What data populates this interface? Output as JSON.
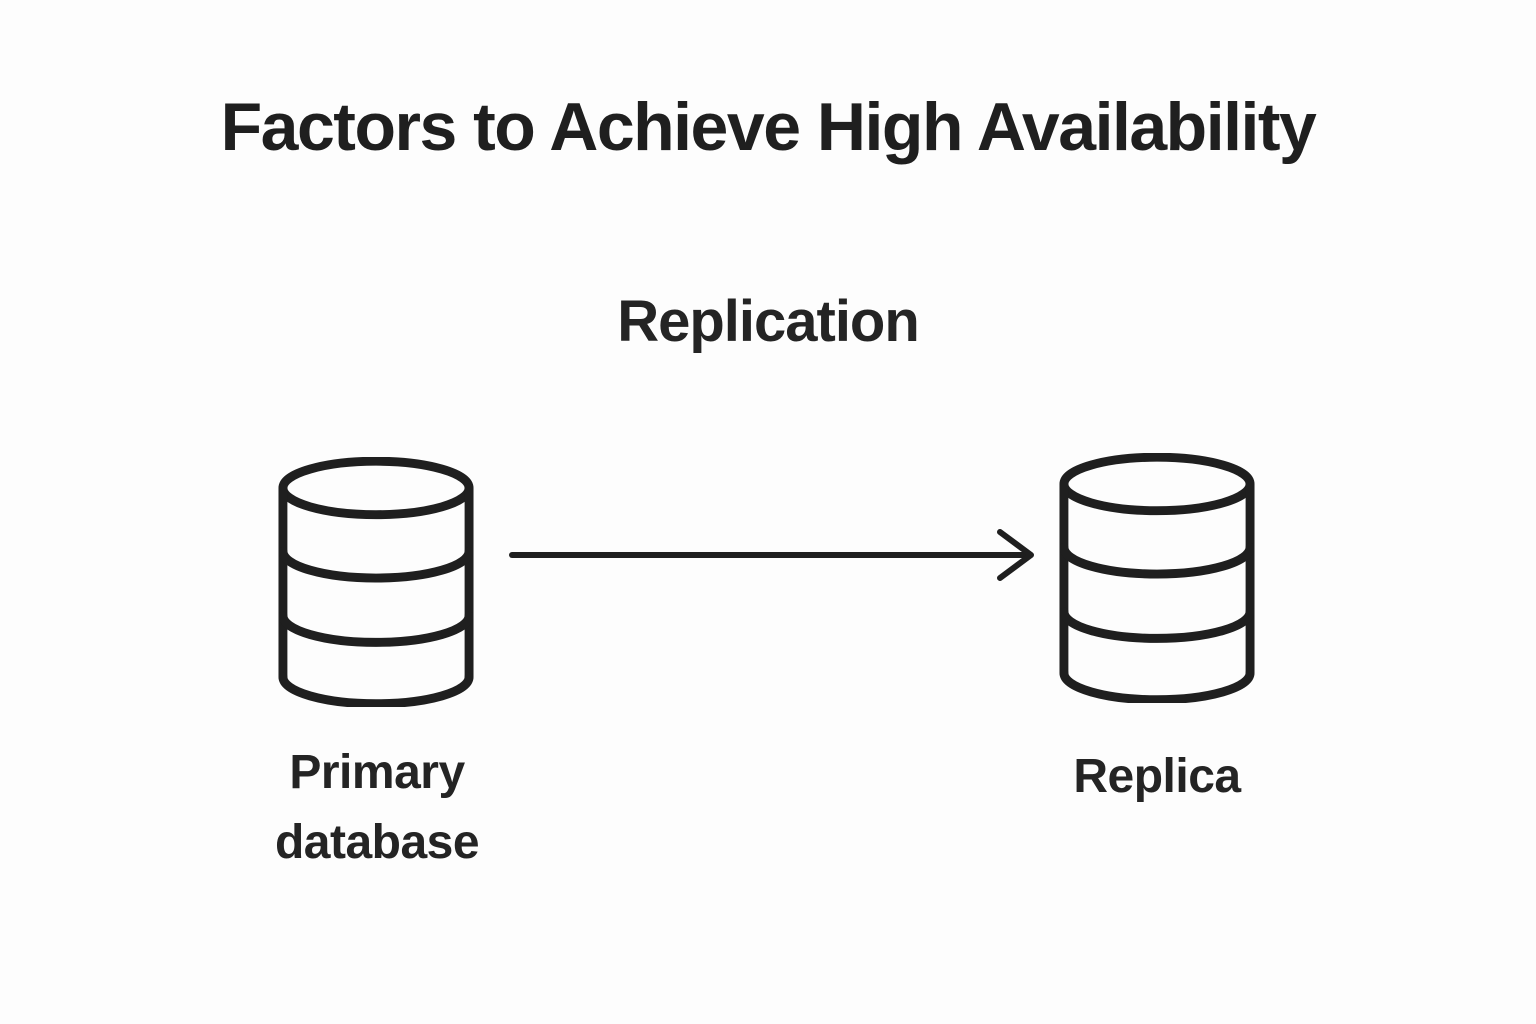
{
  "title": "Factors to Achieve High Availability",
  "subtitle": "Replication",
  "diagram": {
    "type": "flow",
    "nodes": [
      {
        "id": "primary",
        "icon": "database-icon",
        "label": "Primary database"
      },
      {
        "id": "replica",
        "icon": "database-icon",
        "label": "Replica"
      }
    ],
    "edges": [
      {
        "from": "primary",
        "to": "replica",
        "style": "arrow-right"
      }
    ]
  },
  "colors": {
    "ink": "#1f1f1f",
    "label_ink": "#242424",
    "background": "#fdfdfd"
  }
}
